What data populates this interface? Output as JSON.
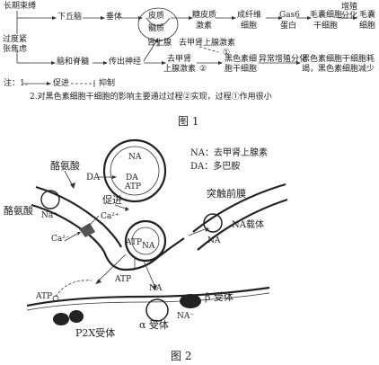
{
  "figure1": {
    "caption": "图 1",
    "nodes": {
      "stimulus": "长期束缚",
      "hypothalamus": "下丘脑",
      "pituitary": "垂体",
      "cortex_top": "皮质",
      "medulla": "髓质",
      "glucocorticoid_top": "糖皮质",
      "glucocorticoid_bottom": "激素",
      "fibroblast_top": "成纤维",
      "fibroblast_bottom": "细胞",
      "gas6_top": "Gas6",
      "gas6_bottom": "蛋白",
      "hfsc_top": "毛囊细胞",
      "hfsc_bottom": "干细胞",
      "diff_top": "增殖",
      "diff_bottom": "分化",
      "hair_top": "毛囊",
      "hair_bottom": "细胞",
      "adrenal_left": "过度紧",
      "adrenal_left2": "张焦虑",
      "nerve_brain": "脑和脊髓",
      "efferent": "传出神经",
      "adrenal_gland": "肾上腺",
      "norepi": "去甲肾上腺激素",
      "norepi_bottom_top": "去甲肾",
      "norepi_bottom_bottom": "上腺激素",
      "circle1": "①",
      "circle2": "②",
      "melano_top": "黑色素细",
      "melano_bottom": "胞干细胞",
      "abnormal": "异常增殖分化",
      "depleted_top": "黑色素细胞干细胞耗",
      "depleted_bottom": "竭，黑色素细胞减少"
    },
    "notes": {
      "note1_prefix": "注：1.",
      "promote": "促进",
      "inhibit": "抑制",
      "note2": "2.对黑色素细胞干细胞的影响主要通过过程②实现，过程①作用很小"
    }
  },
  "figure2": {
    "caption": "图 2",
    "legend_na": "NA：去甲肾上腺素",
    "legend_da": "DA：多巴胺",
    "labels": {
      "tyrosine_top": "酪氨酸",
      "tyrosine_left": "酪氨酸",
      "na_plus": "Na⁺",
      "da": "DA",
      "na_vesicle": "NA",
      "da_vesicle": "DA",
      "atp_vesicle": "ATP",
      "promote": "促进",
      "ca_right": "Ca²⁺",
      "ca_left": "Ca²⁻",
      "presynaptic": "突触前膜",
      "na_carrier": "NA载体",
      "na_right": "NA",
      "atp_release": "ATP",
      "na_release": "NA",
      "atp_free": "ATP",
      "atp_receptor": "ATP",
      "beta": "β 受体",
      "na_alpha": "NA",
      "alpha": "α 受体",
      "na_minus": "NA⁻",
      "p2x": "P2X受体"
    }
  }
}
